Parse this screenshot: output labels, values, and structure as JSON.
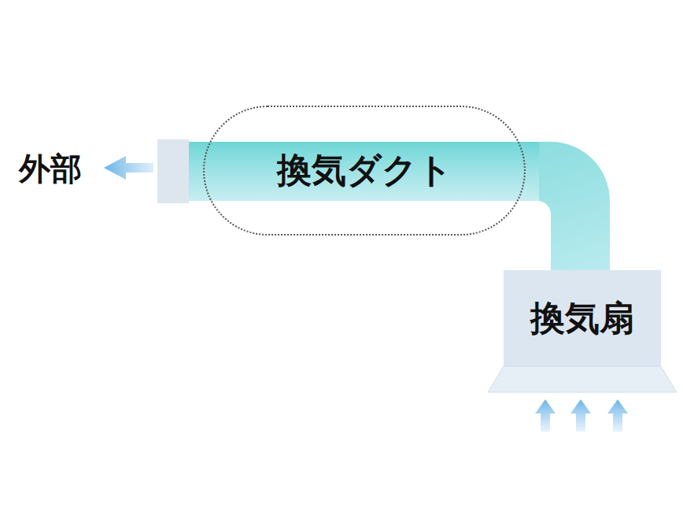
{
  "diagram": {
    "nodes": [
      {
        "text": [
          "換気ダクト"
        ]
      },
      {
        "text": [
          "換気扇"
        ]
      }
    ],
    "labels": [
      "外部"
    ]
  }
}
